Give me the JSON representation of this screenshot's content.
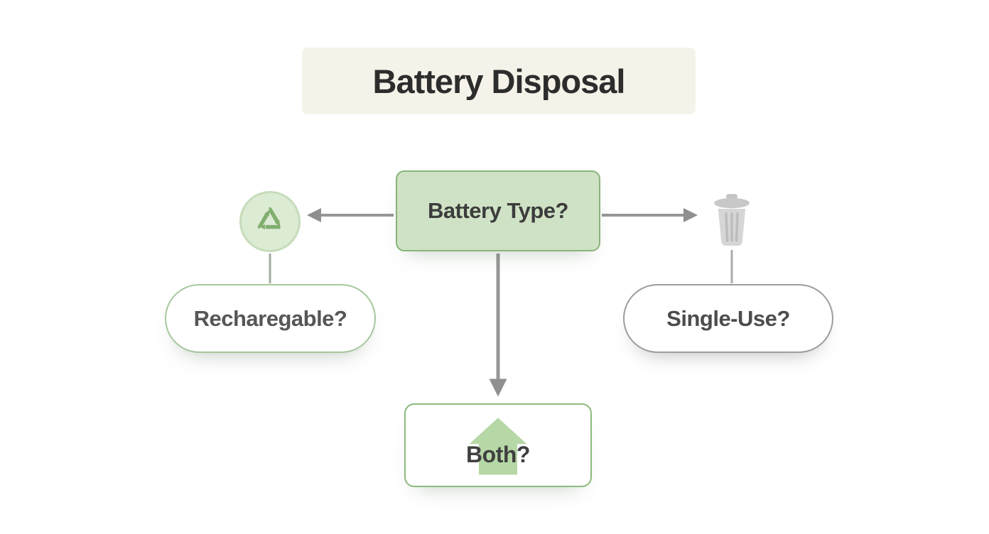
{
  "title": "Battery Disposal",
  "flowchart": {
    "root": {
      "label": "Battery Type?"
    },
    "branches": {
      "left": {
        "icon": "recycle-icon",
        "label": "Recharegable?"
      },
      "right": {
        "icon": "trash-icon",
        "label": "Single-Use?"
      },
      "down": {
        "icon": "home-icon",
        "label": "Both?"
      }
    }
  },
  "colors": {
    "banner_bg": "#f5f3e9",
    "root_fill": "#cfe2c5",
    "root_border": "#8ab47b",
    "green_pill_border": "#a7c79d",
    "gray_pill_border": "#9d9d9d",
    "arrow_gray": "#8f8f8f",
    "recycle_green": "#7fae6e",
    "trash_gray": "#cbcbcb",
    "home_green": "#b6d7a6"
  }
}
